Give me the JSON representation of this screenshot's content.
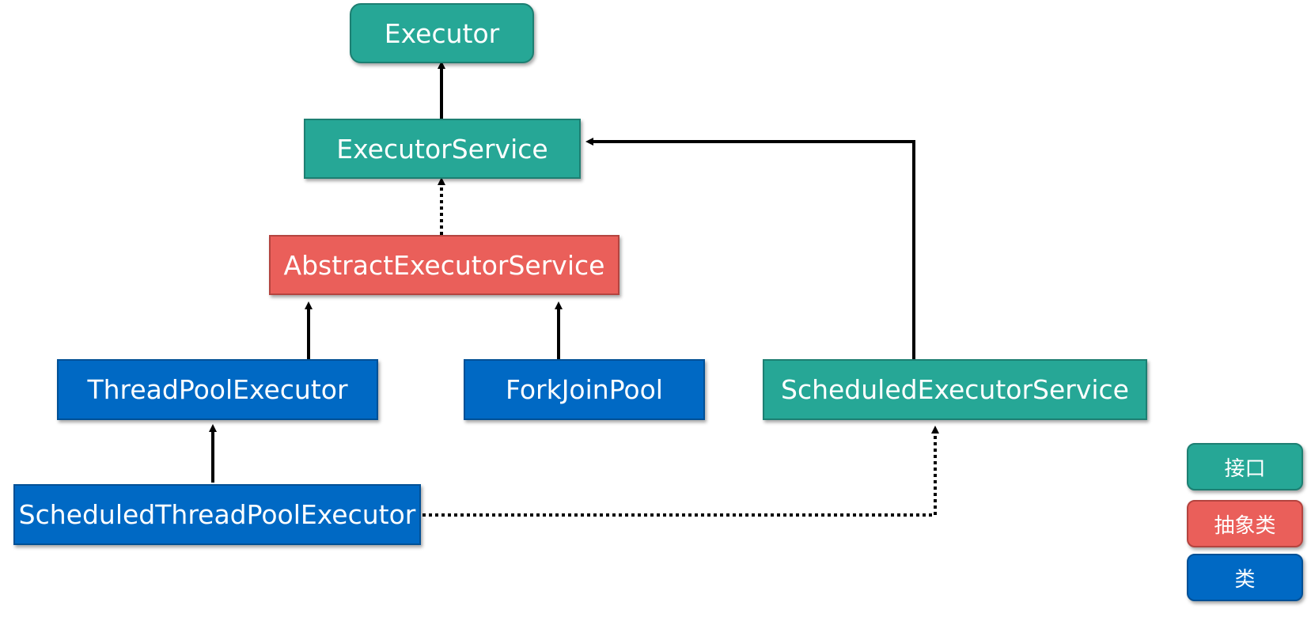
{
  "diagram": {
    "nodes": {
      "executor": "Executor",
      "executor_service": "ExecutorService",
      "abstract_executor_service": "AbstractExecutorService",
      "thread_pool_executor": "ThreadPoolExecutor",
      "fork_join_pool": "ForkJoinPool",
      "scheduled_executor_service": "ScheduledExecutorService",
      "scheduled_thread_pool_executor": "ScheduledThreadPoolExecutor"
    },
    "edges": [
      {
        "from": "ExecutorService",
        "to": "Executor",
        "style": "solid"
      },
      {
        "from": "AbstractExecutorService",
        "to": "ExecutorService",
        "style": "dotted"
      },
      {
        "from": "ThreadPoolExecutor",
        "to": "AbstractExecutorService",
        "style": "solid"
      },
      {
        "from": "ForkJoinPool",
        "to": "AbstractExecutorService",
        "style": "solid"
      },
      {
        "from": "ScheduledExecutorService",
        "to": "ExecutorService",
        "style": "solid"
      },
      {
        "from": "ScheduledThreadPoolExecutor",
        "to": "ThreadPoolExecutor",
        "style": "solid"
      },
      {
        "from": "ScheduledThreadPoolExecutor",
        "to": "ScheduledExecutorService",
        "style": "dotted"
      }
    ]
  },
  "legend": {
    "interface": "接口",
    "abstract_class": "抽象类",
    "class": "类"
  },
  "colors": {
    "interface": "#26a796",
    "abstract_class": "#ea5f5a",
    "class": "#0069c4",
    "arrow": "#000000"
  }
}
